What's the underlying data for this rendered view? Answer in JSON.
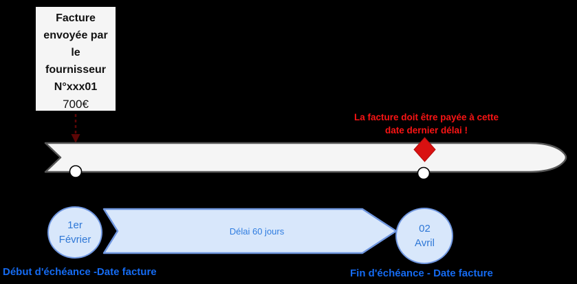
{
  "colors": {
    "background": "#000000",
    "invoice_box_fill": "#f5f5f5",
    "invoice_box_border": "#000000",
    "timeline_fill": "#f5f5f5",
    "timeline_border": "#565656",
    "point_marker_fill": "#ffffff",
    "point_marker_border": "#000000",
    "diamond_red": "#d91111",
    "diamond_border": "#b30d0d",
    "dashed_arrow_dark_red": "#5c0606",
    "note_red": "#fa1414",
    "delay_fill": "#d8e7fb",
    "delay_border": "#7097e0",
    "blue_text": "#2e7ce0",
    "caption_blue": "#156bf2"
  },
  "invoice_box": {
    "lines": [
      "Facture",
      "envoyée par",
      "le",
      "fournisseur",
      "N°xxx01"
    ],
    "amount": "700€"
  },
  "deadline_note": {
    "line1": "La facture doit être payée à cette",
    "line2": "date dernier délai !"
  },
  "timeline": {
    "start_date": {
      "line1": "1er",
      "line2": "Février"
    },
    "delay_label": "Délai 60 jours",
    "end_date": {
      "line1": "02",
      "line2": "Avril"
    },
    "start_caption": "Début d'échéance -Date facture",
    "end_caption": "Fin d'échéance - Date facture"
  }
}
